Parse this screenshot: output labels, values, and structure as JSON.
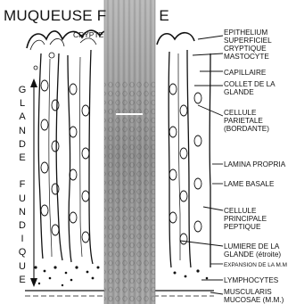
{
  "title_left": "MUQUEUSE F",
  "title_right": "E",
  "crypte": "CRYPTE",
  "vertical_letters": [
    "G",
    "L",
    "A",
    "N",
    "D",
    "E",
    "",
    "F",
    "U",
    "N",
    "D",
    "I",
    "Q",
    "U",
    "E"
  ],
  "labels": {
    "epi1": "EPITHELIUM",
    "epi2": "SUPERFICIEL",
    "epi3": "CRYPTIQUE",
    "masto": "MASTOCYTE",
    "capil": "CAPILLAIRE",
    "collet1": "COLLET DE LA",
    "collet2": "GLANDE",
    "cel1": "CELLULE",
    "cel2": "PARIETALE",
    "cel3": "(BORDANTE)",
    "lamina": "LAMINA PROPRIA",
    "lame": "LAME BASALE",
    "pep1": "CELLULE",
    "pep2": "PRINCIPALE",
    "pep3": "PEPTIQUE",
    "lum1": "LUMIERE DE LA",
    "lum2": "GLANDE (étroite)",
    "exp": "EXPANSION DE LA M.M",
    "lympho": "LYMPHOCYTES",
    "musc1": "MUSCULARIS",
    "musc2": "MUCOSAE (M.M.)"
  },
  "colors": {
    "ink": "#111111",
    "photo_base": "#9a9a9a",
    "background": "#ffffff"
  }
}
